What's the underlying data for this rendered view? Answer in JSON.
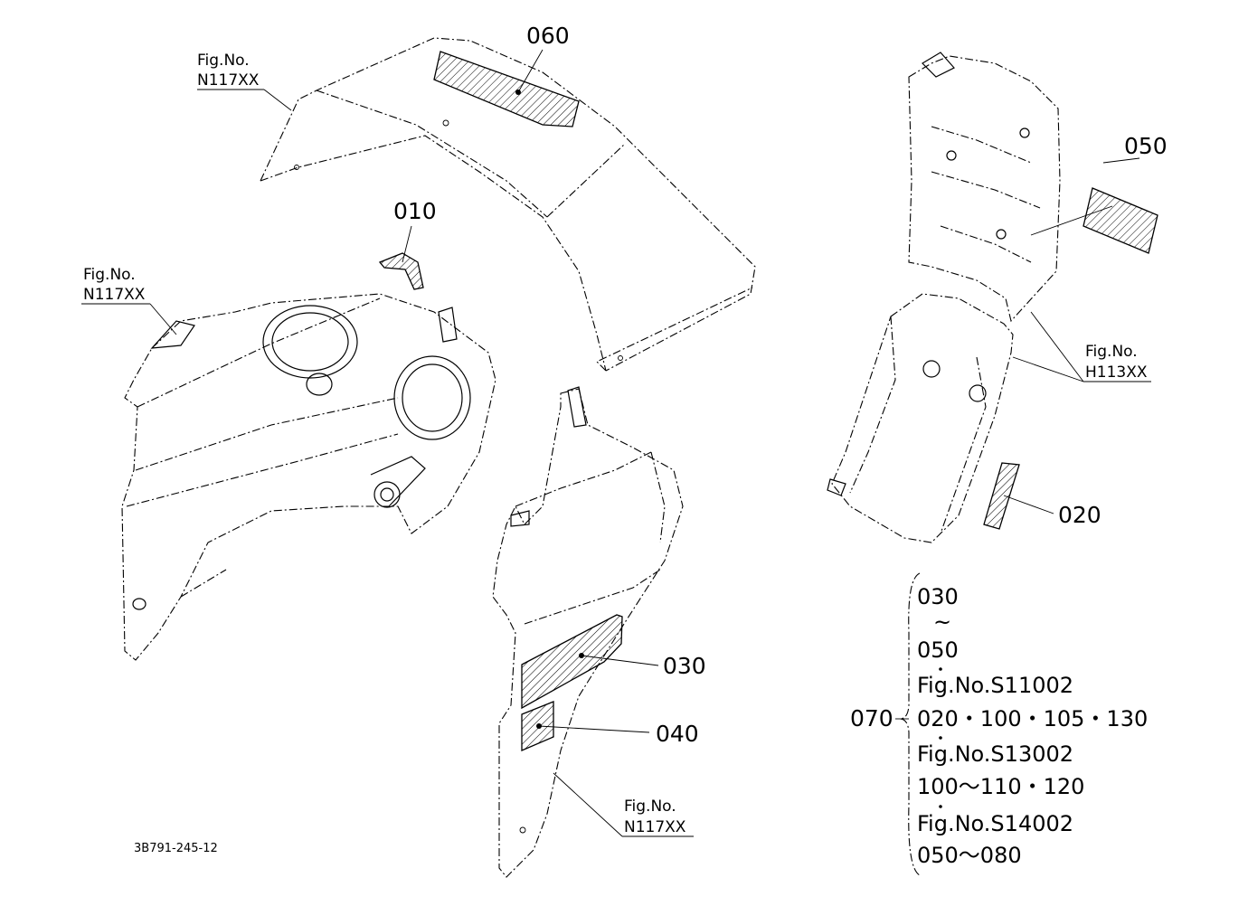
{
  "callouts": {
    "c010": "010",
    "c020": "020",
    "c030": "030",
    "c040": "040",
    "c050": "050",
    "c060": "060",
    "c070": "070"
  },
  "figrefs": {
    "top_left": {
      "label": "Fig.No.",
      "code": "N117XX"
    },
    "mid_left": {
      "label": "Fig.No.",
      "code": "N117XX"
    },
    "bottom_center": {
      "label": "Fig.No.",
      "code": "N117XX"
    },
    "right": {
      "label": "Fig.No.",
      "code": "H113XX"
    }
  },
  "kit_list": [
    "030",
    "~",
    "050",
    "Fig.No.S11002",
    "020・100・105・130",
    "Fig.No.S13002",
    "100〜110・120",
    "Fig.No.S14002",
    "050〜080"
  ],
  "drawing_code": "3B791-245-12"
}
